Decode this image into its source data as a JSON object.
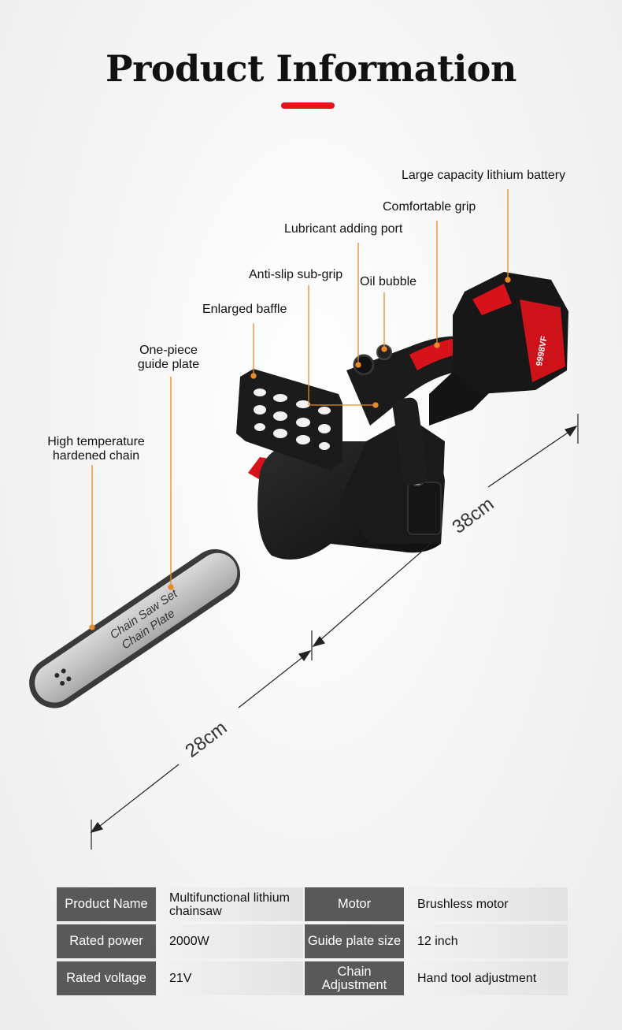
{
  "header": {
    "title": "Product Information"
  },
  "callouts": {
    "battery": "Large capacity lithium battery",
    "grip": "Comfortable grip",
    "lubricant": "Lubricant adding port",
    "subgrip": "Anti-slip sub-grip",
    "oil": "Oil bubble",
    "baffle": "Enlarged baffle",
    "guide_line1": "One-piece",
    "guide_line2": "guide plate",
    "chain_line1": "High temperature",
    "chain_line2": "hardened chain"
  },
  "product": {
    "bar_text1": "Chain Saw Set",
    "bar_text2": "Chain Plate",
    "battery_label": "9998VF"
  },
  "dimensions": {
    "length_total": "38cm",
    "length_bar": "28cm"
  },
  "specs": [
    {
      "label": "Product Name",
      "value": "Multifunctional lithium chainsaw",
      "label2": "Motor",
      "value2": "Brushless motor"
    },
    {
      "label": "Rated power",
      "value": "2000W",
      "label2": "Guide plate size",
      "value2": "12 inch"
    },
    {
      "label": "Rated voltage",
      "value": "21V",
      "label2": "Chain Adjustment",
      "value2": "Hand tool adjustment"
    }
  ],
  "colors": {
    "accent": "#e3141c",
    "callout_line": "#e8892a",
    "key_bg": "#595959"
  }
}
